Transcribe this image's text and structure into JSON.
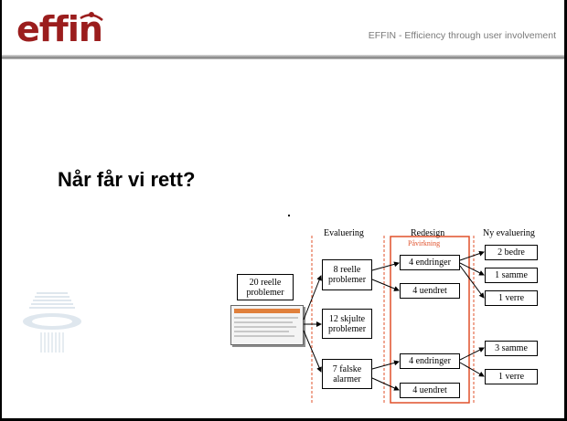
{
  "header": {
    "logo_text": "effin",
    "tagline": "EFFIN - Efficiency through user involvement"
  },
  "slide": {
    "title": "Når får vi rett?"
  },
  "diagram": {
    "columns": {
      "evaluering": "Evaluering",
      "redesign": "Redesign",
      "redesign_sub": "Påvirkning",
      "ny_evaluering": "Ny evaluering"
    },
    "source": "20 reelle problemer",
    "evaluation": {
      "real": "8 reelle problemer",
      "hidden": "12 skjulte problemer",
      "false": "7 falske alarmer"
    },
    "redesign": {
      "top_changes": "4 endringer",
      "top_unchanged": "4 uendret",
      "bottom_changes": "4 endringer",
      "bottom_unchanged": "4 uendret"
    },
    "new_evaluation": {
      "top_better": "2 bedre",
      "top_same": "1 samme",
      "top_worse": "1 verre",
      "bottom_same": "3 samme",
      "bottom_worse": "1 verre"
    },
    "colors": {
      "divider": "#e0502a",
      "highlight_box": "#e0502a"
    }
  }
}
